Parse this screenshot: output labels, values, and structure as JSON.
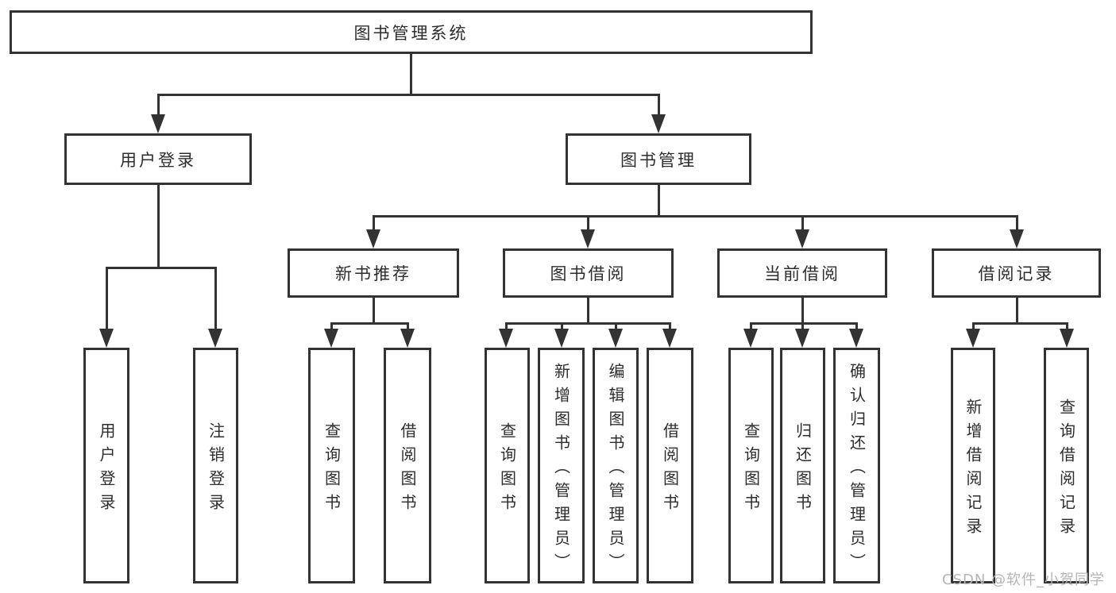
{
  "diagram": {
    "root": {
      "label": "图书管理系统"
    },
    "branches": [
      {
        "label": "用户登录",
        "children": [
          {
            "label": "用户登录"
          },
          {
            "label": "注销登录"
          }
        ]
      },
      {
        "label": "图书管理",
        "children": [
          {
            "label": "新书推荐",
            "children": [
              {
                "label": "查询图书"
              },
              {
                "label": "借阅图书"
              }
            ]
          },
          {
            "label": "图书借阅",
            "children": [
              {
                "label": "查询图书"
              },
              {
                "label": "新增图书（管理员）"
              },
              {
                "label": "编辑图书（管理员）"
              },
              {
                "label": "借阅图书"
              }
            ]
          },
          {
            "label": "当前借阅",
            "children": [
              {
                "label": "查询图书"
              },
              {
                "label": "归还图书"
              },
              {
                "label": "确认归还（管理员）"
              }
            ]
          },
          {
            "label": "借阅记录",
            "children": [
              {
                "label": "新增借阅记录"
              },
              {
                "label": "查询借阅记录"
              }
            ]
          }
        ]
      }
    ]
  },
  "watermark": {
    "text": "CSDN @软件_小贺同学"
  },
  "colors": {
    "line": "#333333",
    "text": "#2d2d2d",
    "box_background": "#ffffff",
    "watermark": "#b5b5b5"
  }
}
